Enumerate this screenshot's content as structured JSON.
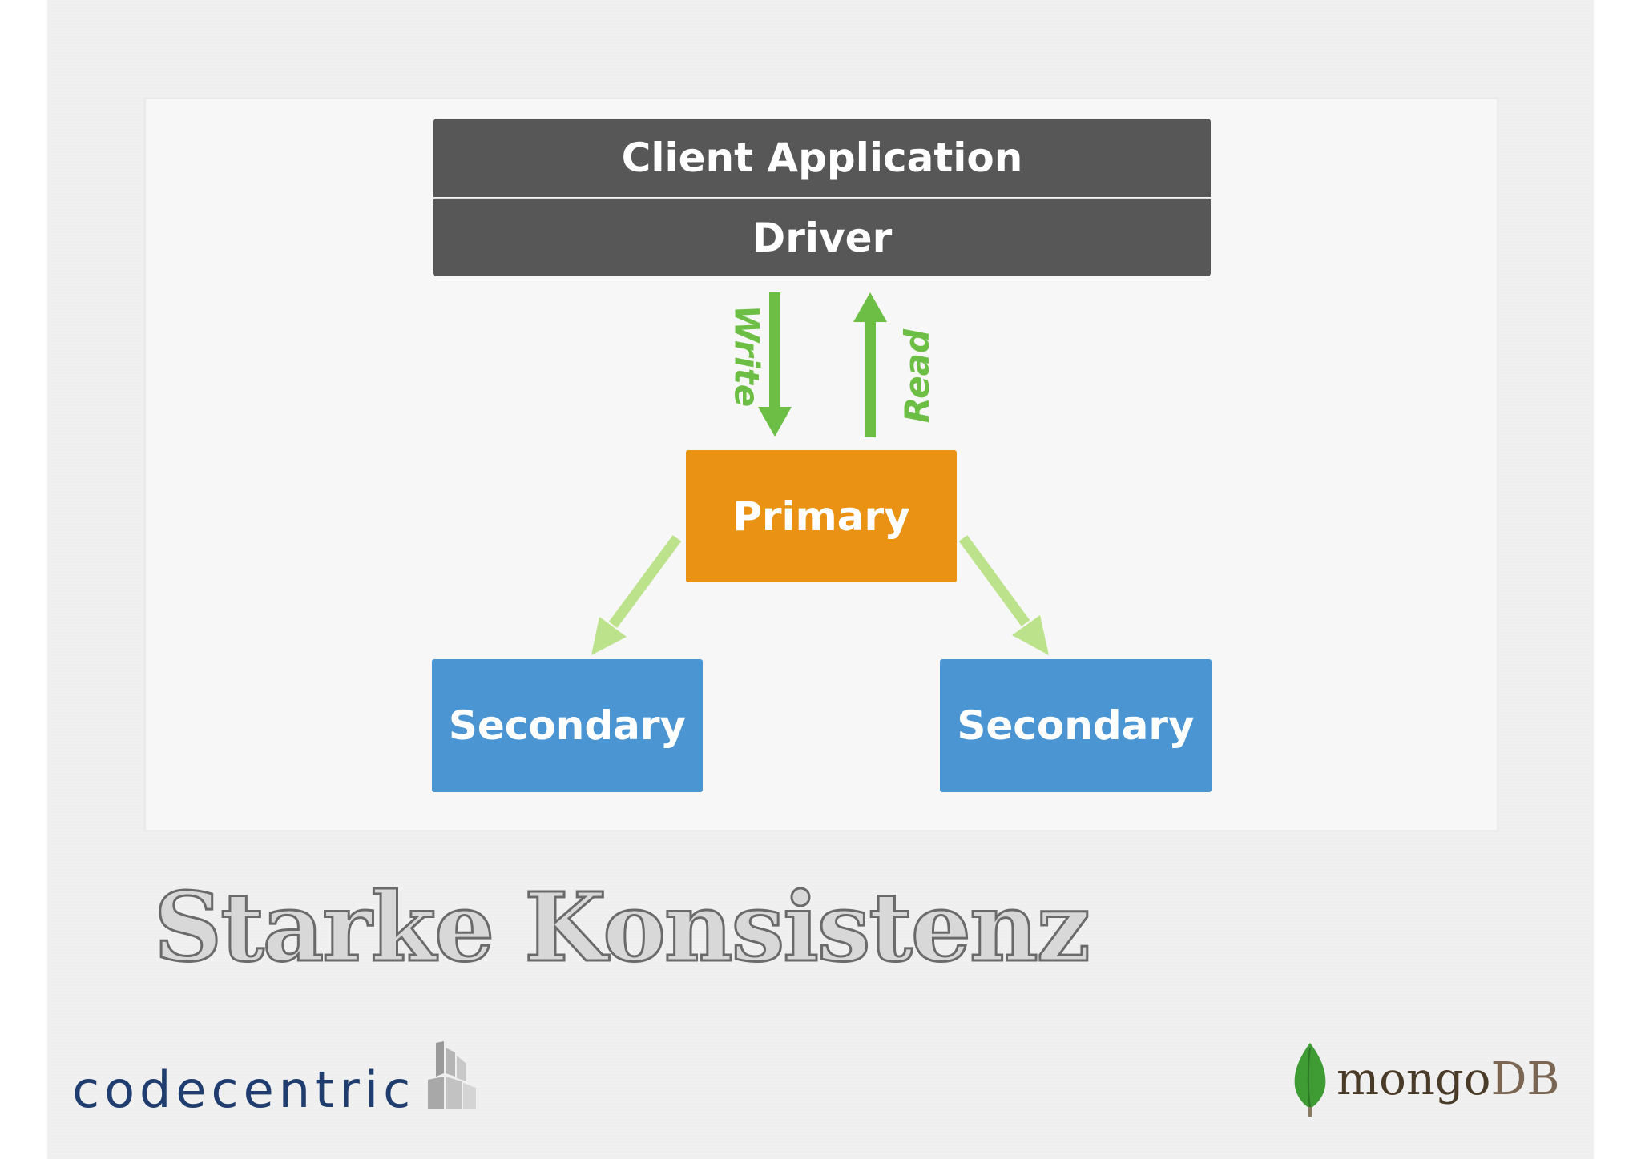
{
  "diagram": {
    "client_application": "Client Application",
    "driver": "Driver",
    "primary": "Primary",
    "secondary_left": "Secondary",
    "secondary_right": "Secondary",
    "write_label": "Write",
    "read_label": "Read"
  },
  "slide_title": "Starke Konsistenz",
  "logos": {
    "codecentric": "codecentric",
    "mongodb_mongo": "mongo",
    "mongodb_db": "DB"
  },
  "colors": {
    "client_box": "#575757",
    "primary": "#ea9214",
    "secondary": "#4b96d2",
    "arrow_main": "#6cbf44",
    "arrow_replication": "#bde28c"
  }
}
